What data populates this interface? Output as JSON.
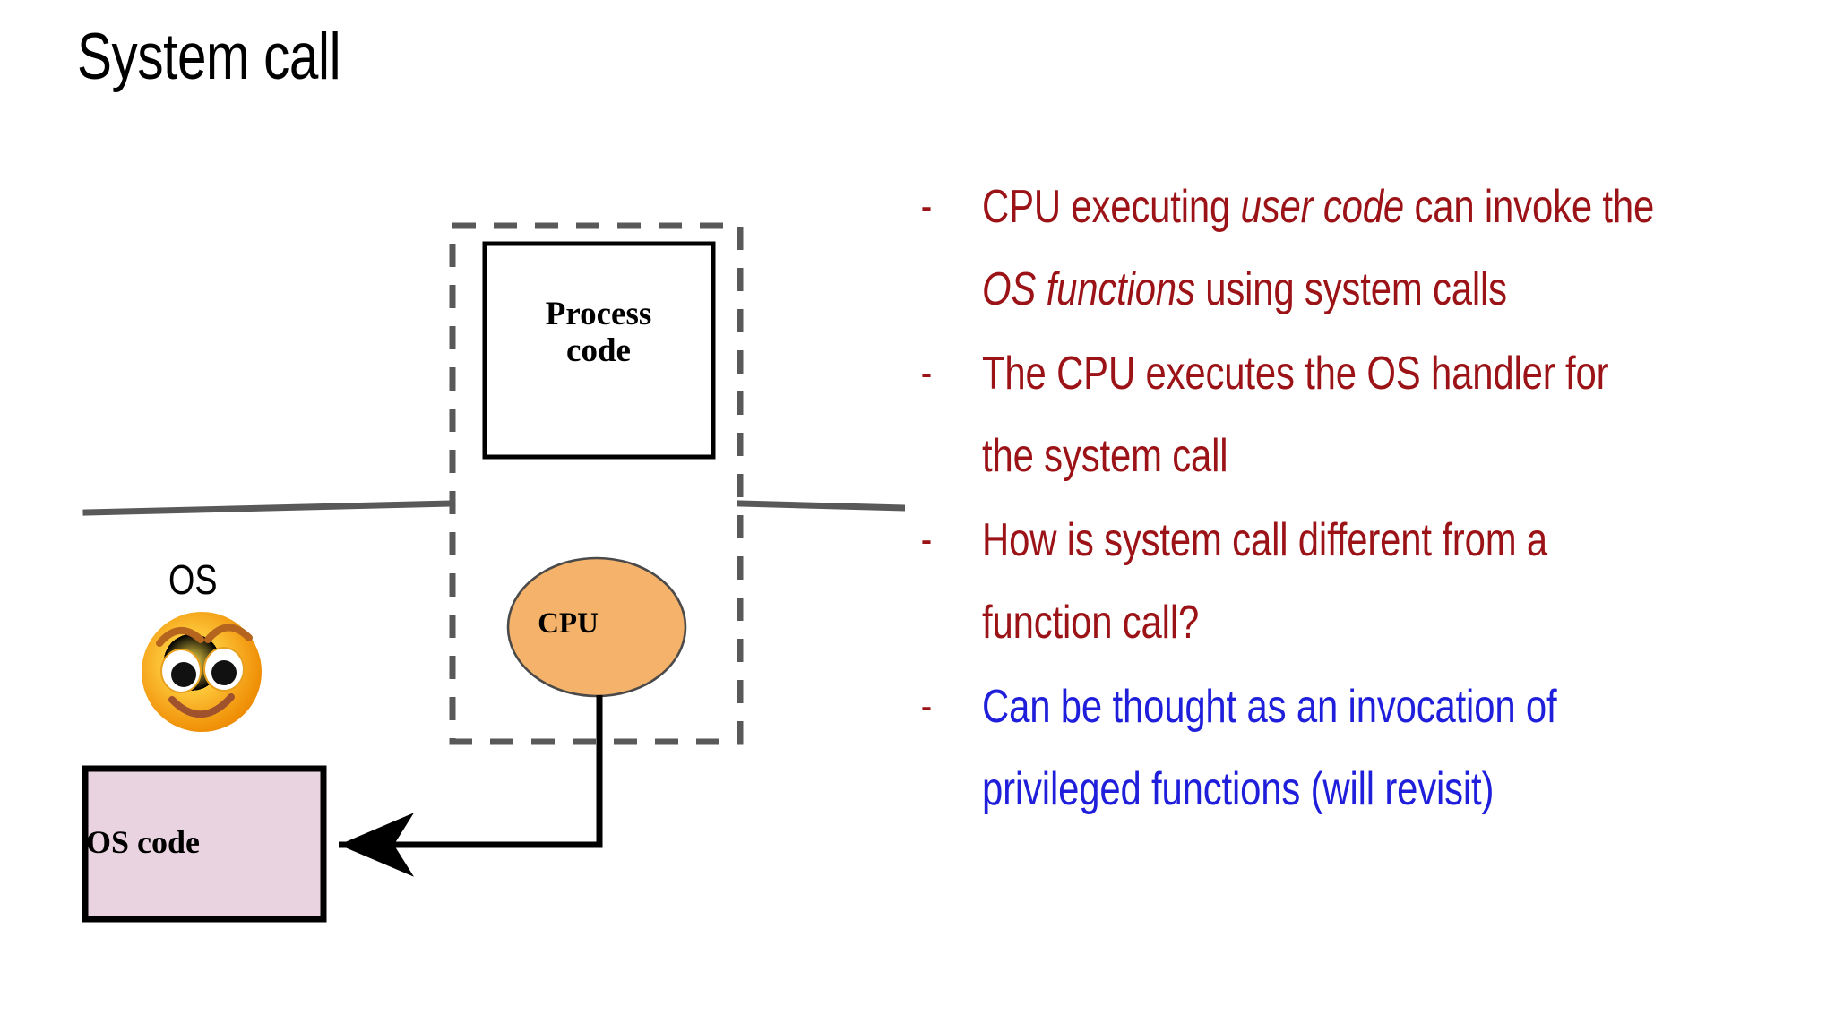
{
  "slide": {
    "title": "System call",
    "background": "#ffffff"
  },
  "colors": {
    "bullet_red": "#9c1317",
    "bullet_blue": "#1f1fdb",
    "cpu_fill": "#f4b26a",
    "os_code_fill": "#ead3e0",
    "process_code_fill": "#ffffff",
    "boundary_line": "#595959",
    "dashed_box": "#595959",
    "smiley_outer": "#f08c00",
    "smiley_inner": "#fdd017",
    "smiley_feature": "#a0522d"
  },
  "diagram": {
    "process_code_label": "Process\ncode",
    "cpu_label": "CPU",
    "os_code_label": "OS code",
    "os_face_label": "OS",
    "icons": {
      "smiley": "smiley-face-icon",
      "arrow": "arrow-cpu-to-os-code"
    }
  },
  "bullets": [
    {
      "marker": "-",
      "color": "red",
      "segments": [
        {
          "text": "CPU executing ",
          "italic": false
        },
        {
          "text": "user code",
          "italic": true
        },
        {
          "text": " can invoke the ",
          "italic": false
        },
        {
          "text": "OS functions",
          "italic": true
        },
        {
          "text": " using system calls",
          "italic": false
        }
      ]
    },
    {
      "marker": "-",
      "color": "red",
      "segments": [
        {
          "text": "The CPU executes the OS handler for the system call",
          "italic": false
        }
      ]
    },
    {
      "marker": "-",
      "color": "red",
      "segments": [
        {
          "text": "How is system call different from a function call?",
          "italic": false
        }
      ]
    },
    {
      "marker": "-",
      "color": "blue",
      "segments": [
        {
          "text": "Can be thought as an invocation of privileged functions (will revisit)",
          "italic": false
        }
      ]
    }
  ]
}
